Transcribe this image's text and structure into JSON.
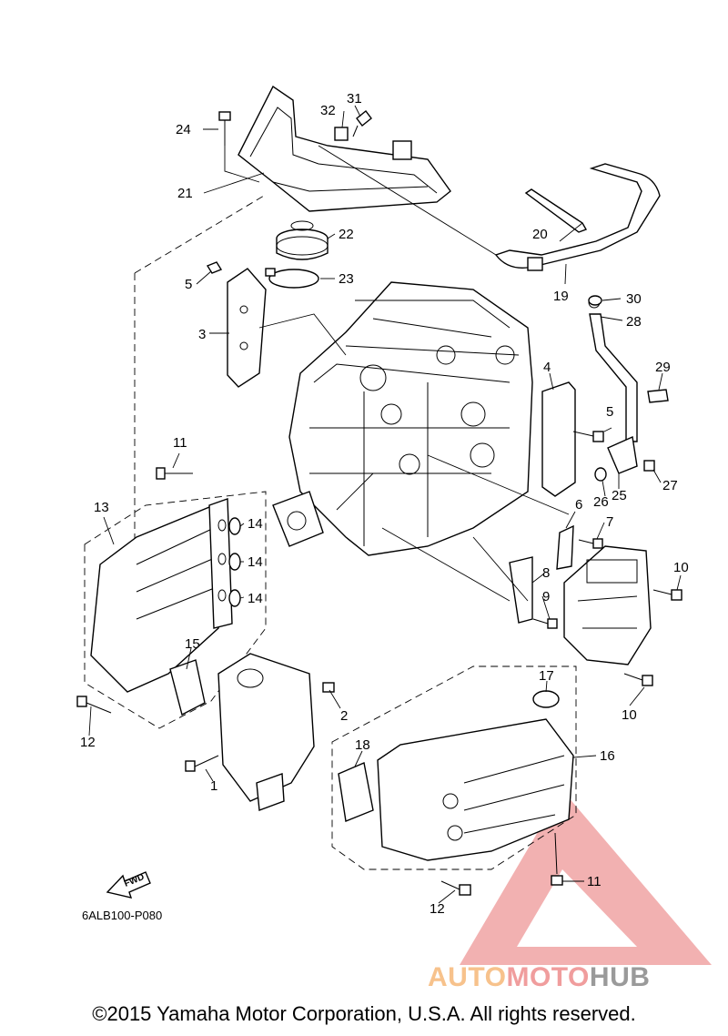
{
  "diagram": {
    "callouts": {
      "c1": "1",
      "c2": "2",
      "c3": "3",
      "c4": "4",
      "c5a": "5",
      "c5b": "5",
      "c6": "6",
      "c7": "7",
      "c8": "8",
      "c9": "9",
      "c10a": "10",
      "c10b": "10",
      "c11a": "11",
      "c11b": "11",
      "c12a": "12",
      "c12b": "12",
      "c13": "13",
      "c14a": "14",
      "c14b": "14",
      "c14c": "14",
      "c15": "15",
      "c16": "16",
      "c17": "17",
      "c18": "18",
      "c19": "19",
      "c20": "20",
      "c21": "21",
      "c22": "22",
      "c23": "23",
      "c24": "24",
      "c25": "25",
      "c26": "26",
      "c27": "27",
      "c28": "28",
      "c29": "29",
      "c30": "30",
      "c31": "31",
      "c32": "32"
    },
    "fwd_label": "FWD",
    "diagram_code": "6ALB100-P080"
  },
  "watermark": {
    "part1": "AUTO",
    "part2": "MOTO",
    "part3": "HUB",
    "colors": {
      "triangle": "#f0a3a3",
      "auto": "#f7c28c",
      "moto": "#f09d9d",
      "hub": "#9a9a9a"
    }
  },
  "footer": {
    "copyright": "©2015 Yamaha Motor Corporation, U.S.A. All rights reserved."
  }
}
